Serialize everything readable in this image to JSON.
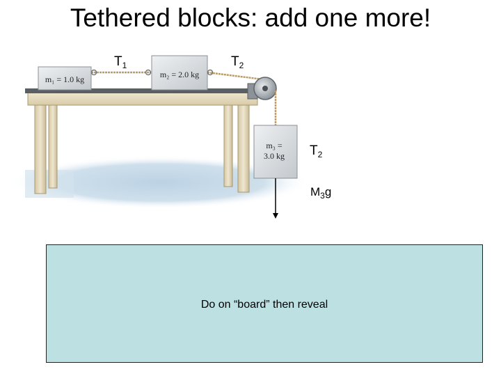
{
  "slide": {
    "title": "Tethered blocks: add one more!",
    "labels": {
      "t1_main": "T",
      "t1_sub": "1",
      "t2_top_main": "T",
      "t2_top_sub": "2",
      "t2_right_main": "T",
      "t2_right_sub": "2",
      "m3g_main": "M",
      "m3g_sub": "3",
      "m3g_tail": "g"
    },
    "blocks": {
      "m1_label": "m₁ = 1.0 kg",
      "m2_label": "m₂ = 2.0 kg",
      "m3_line1": "m₃ =",
      "m3_line2": "3.0 kg"
    },
    "reveal_box": {
      "text": "Do on “board” then reveal"
    },
    "colors": {
      "reveal_bg": "#bde0e3",
      "shadow": "#c6d8e6",
      "table": "#e6dcc2",
      "block": "#d9dde0"
    }
  }
}
